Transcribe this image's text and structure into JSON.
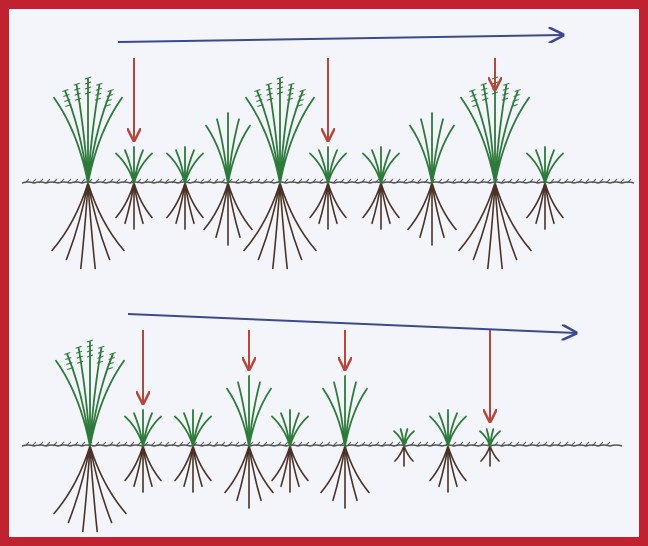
{
  "colors": {
    "frame": "#c0232f",
    "paper": "#f3f5fb",
    "progression_arrow": "#3c4a8c",
    "marker_arrow": "#b5483a",
    "leaf": "#2d7a3a",
    "root": "#4a3326",
    "soil": "#555555"
  },
  "rows": [
    {
      "name": "top-row",
      "plants": [
        {
          "size": "large",
          "seed_heads": true
        },
        {
          "size": "small",
          "marked": true
        },
        {
          "size": "small"
        },
        {
          "size": "medium"
        },
        {
          "size": "large",
          "seed_heads": true
        },
        {
          "size": "small",
          "marked": true
        },
        {
          "size": "small"
        },
        {
          "size": "medium"
        },
        {
          "size": "large",
          "seed_heads": true,
          "marked": true
        },
        {
          "size": "small"
        }
      ]
    },
    {
      "name": "bottom-row",
      "plants": [
        {
          "size": "large",
          "seed_heads": true
        },
        {
          "size": "small",
          "marked": true
        },
        {
          "size": "small"
        },
        {
          "size": "medium",
          "marked": true
        },
        {
          "size": "small"
        },
        {
          "size": "medium",
          "marked": true
        },
        {
          "size": "tiny"
        },
        {
          "size": "small"
        },
        {
          "size": "tiny",
          "marked": true
        }
      ]
    }
  ],
  "icons": [
    "grass-plant-icon",
    "down-arrow-icon",
    "right-arrow-icon"
  ]
}
